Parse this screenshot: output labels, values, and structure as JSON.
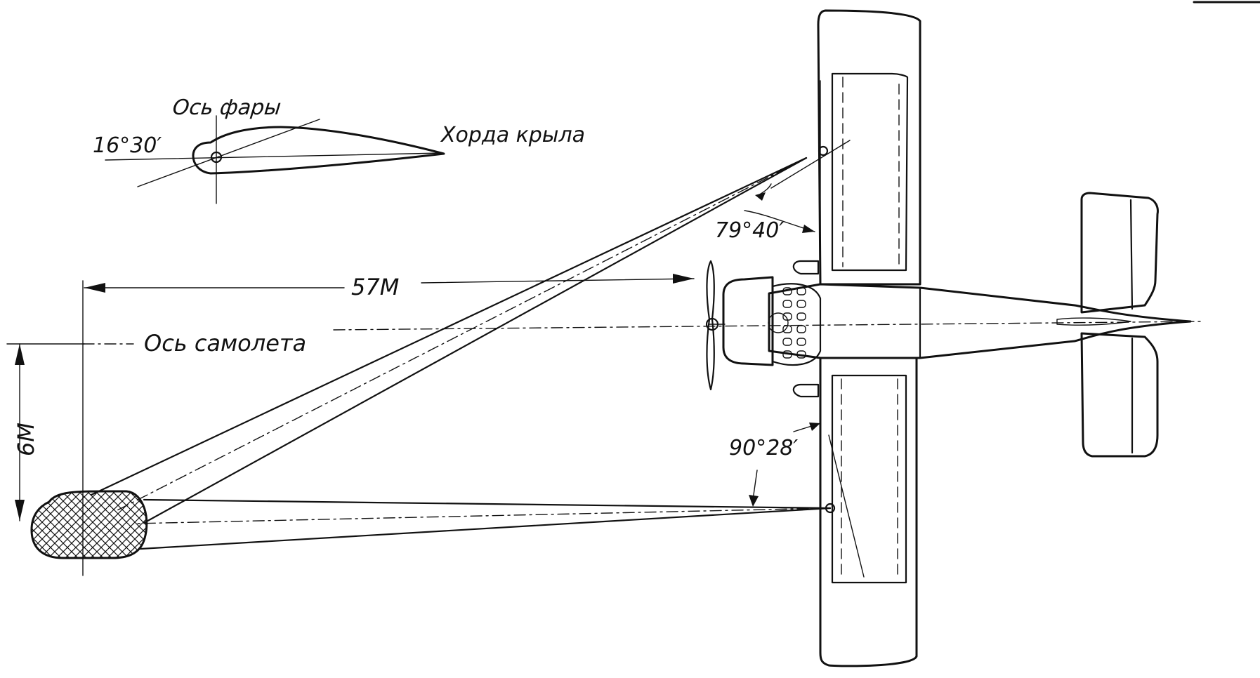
{
  "labels": {
    "headlight_axis": "Ось фары",
    "headlight_angle": "16°30′",
    "wing_chord": "Хорда крыла",
    "aircraft_axis": "Ось самолета",
    "distance": "57М",
    "spread": "6М",
    "upper_angle": "79°40′",
    "lower_angle": "90°28′"
  },
  "colors": {
    "ink": "#111111",
    "paper": "#ffffff"
  }
}
